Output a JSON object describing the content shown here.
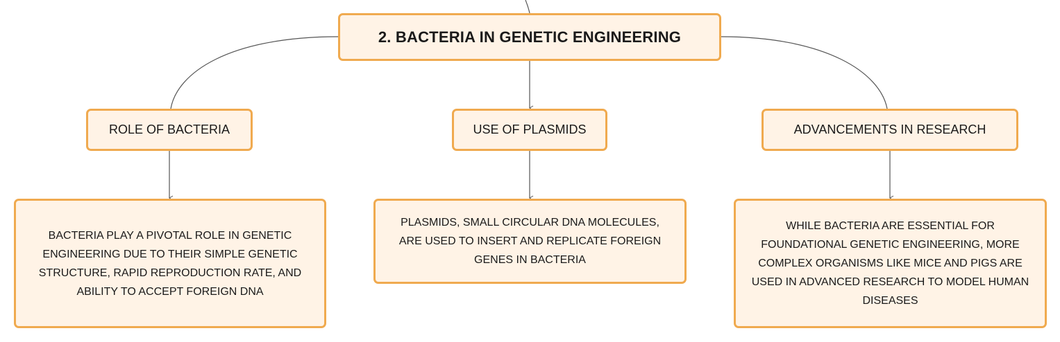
{
  "root": {
    "label": "2. BACTERIA IN GENETIC ENGINEERING"
  },
  "topics": [
    {
      "label": "ROLE OF BACTERIA",
      "detail": "BACTERIA PLAY A PIVOTAL ROLE IN GENETIC ENGINEERING DUE TO THEIR SIMPLE GENETIC STRUCTURE, RAPID REPRODUCTION RATE, AND ABILITY TO ACCEPT FOREIGN DNA"
    },
    {
      "label": "USE OF PLASMIDS",
      "detail": "PLASMIDS, SMALL CIRCULAR DNA MOLECULES, ARE USED TO INSERT AND REPLICATE FOREIGN GENES IN BACTERIA"
    },
    {
      "label": "ADVANCEMENTS IN RESEARCH",
      "detail": "WHILE BACTERIA ARE ESSENTIAL FOR FOUNDATIONAL GENETIC ENGINEERING, MORE COMPLEX ORGANISMS LIKE MICE AND PIGS ARE USED IN ADVANCED RESEARCH TO MODEL HUMAN DISEASES"
    }
  ],
  "colors": {
    "node_border": "#f0aa4f",
    "node_fill": "#fff3e6",
    "connector": "#555555"
  }
}
